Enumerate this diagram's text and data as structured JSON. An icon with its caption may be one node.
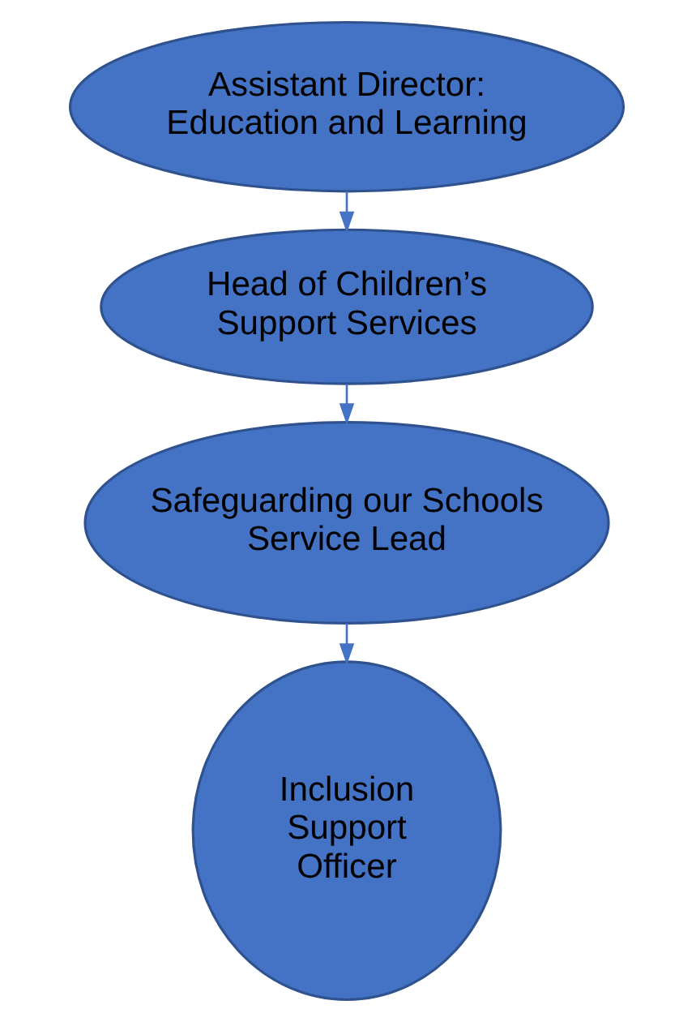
{
  "diagram": {
    "nodes": [
      {
        "text": [
          "Assistant Director: Education and Learning"
        ]
      },
      {
        "text": [
          "Head of Children’s Support Services"
        ]
      },
      {
        "text": [
          "Safeguarding our Schools Service Lead"
        ]
      },
      {
        "text": [
          "Inclusion Support Officer"
        ]
      }
    ],
    "edges": [
      {
        "from": 0,
        "to": 1,
        "arrow": "to"
      },
      {
        "from": 1,
        "to": 2,
        "arrow": "to"
      },
      {
        "from": 2,
        "to": 3,
        "arrow": "to"
      }
    ]
  }
}
